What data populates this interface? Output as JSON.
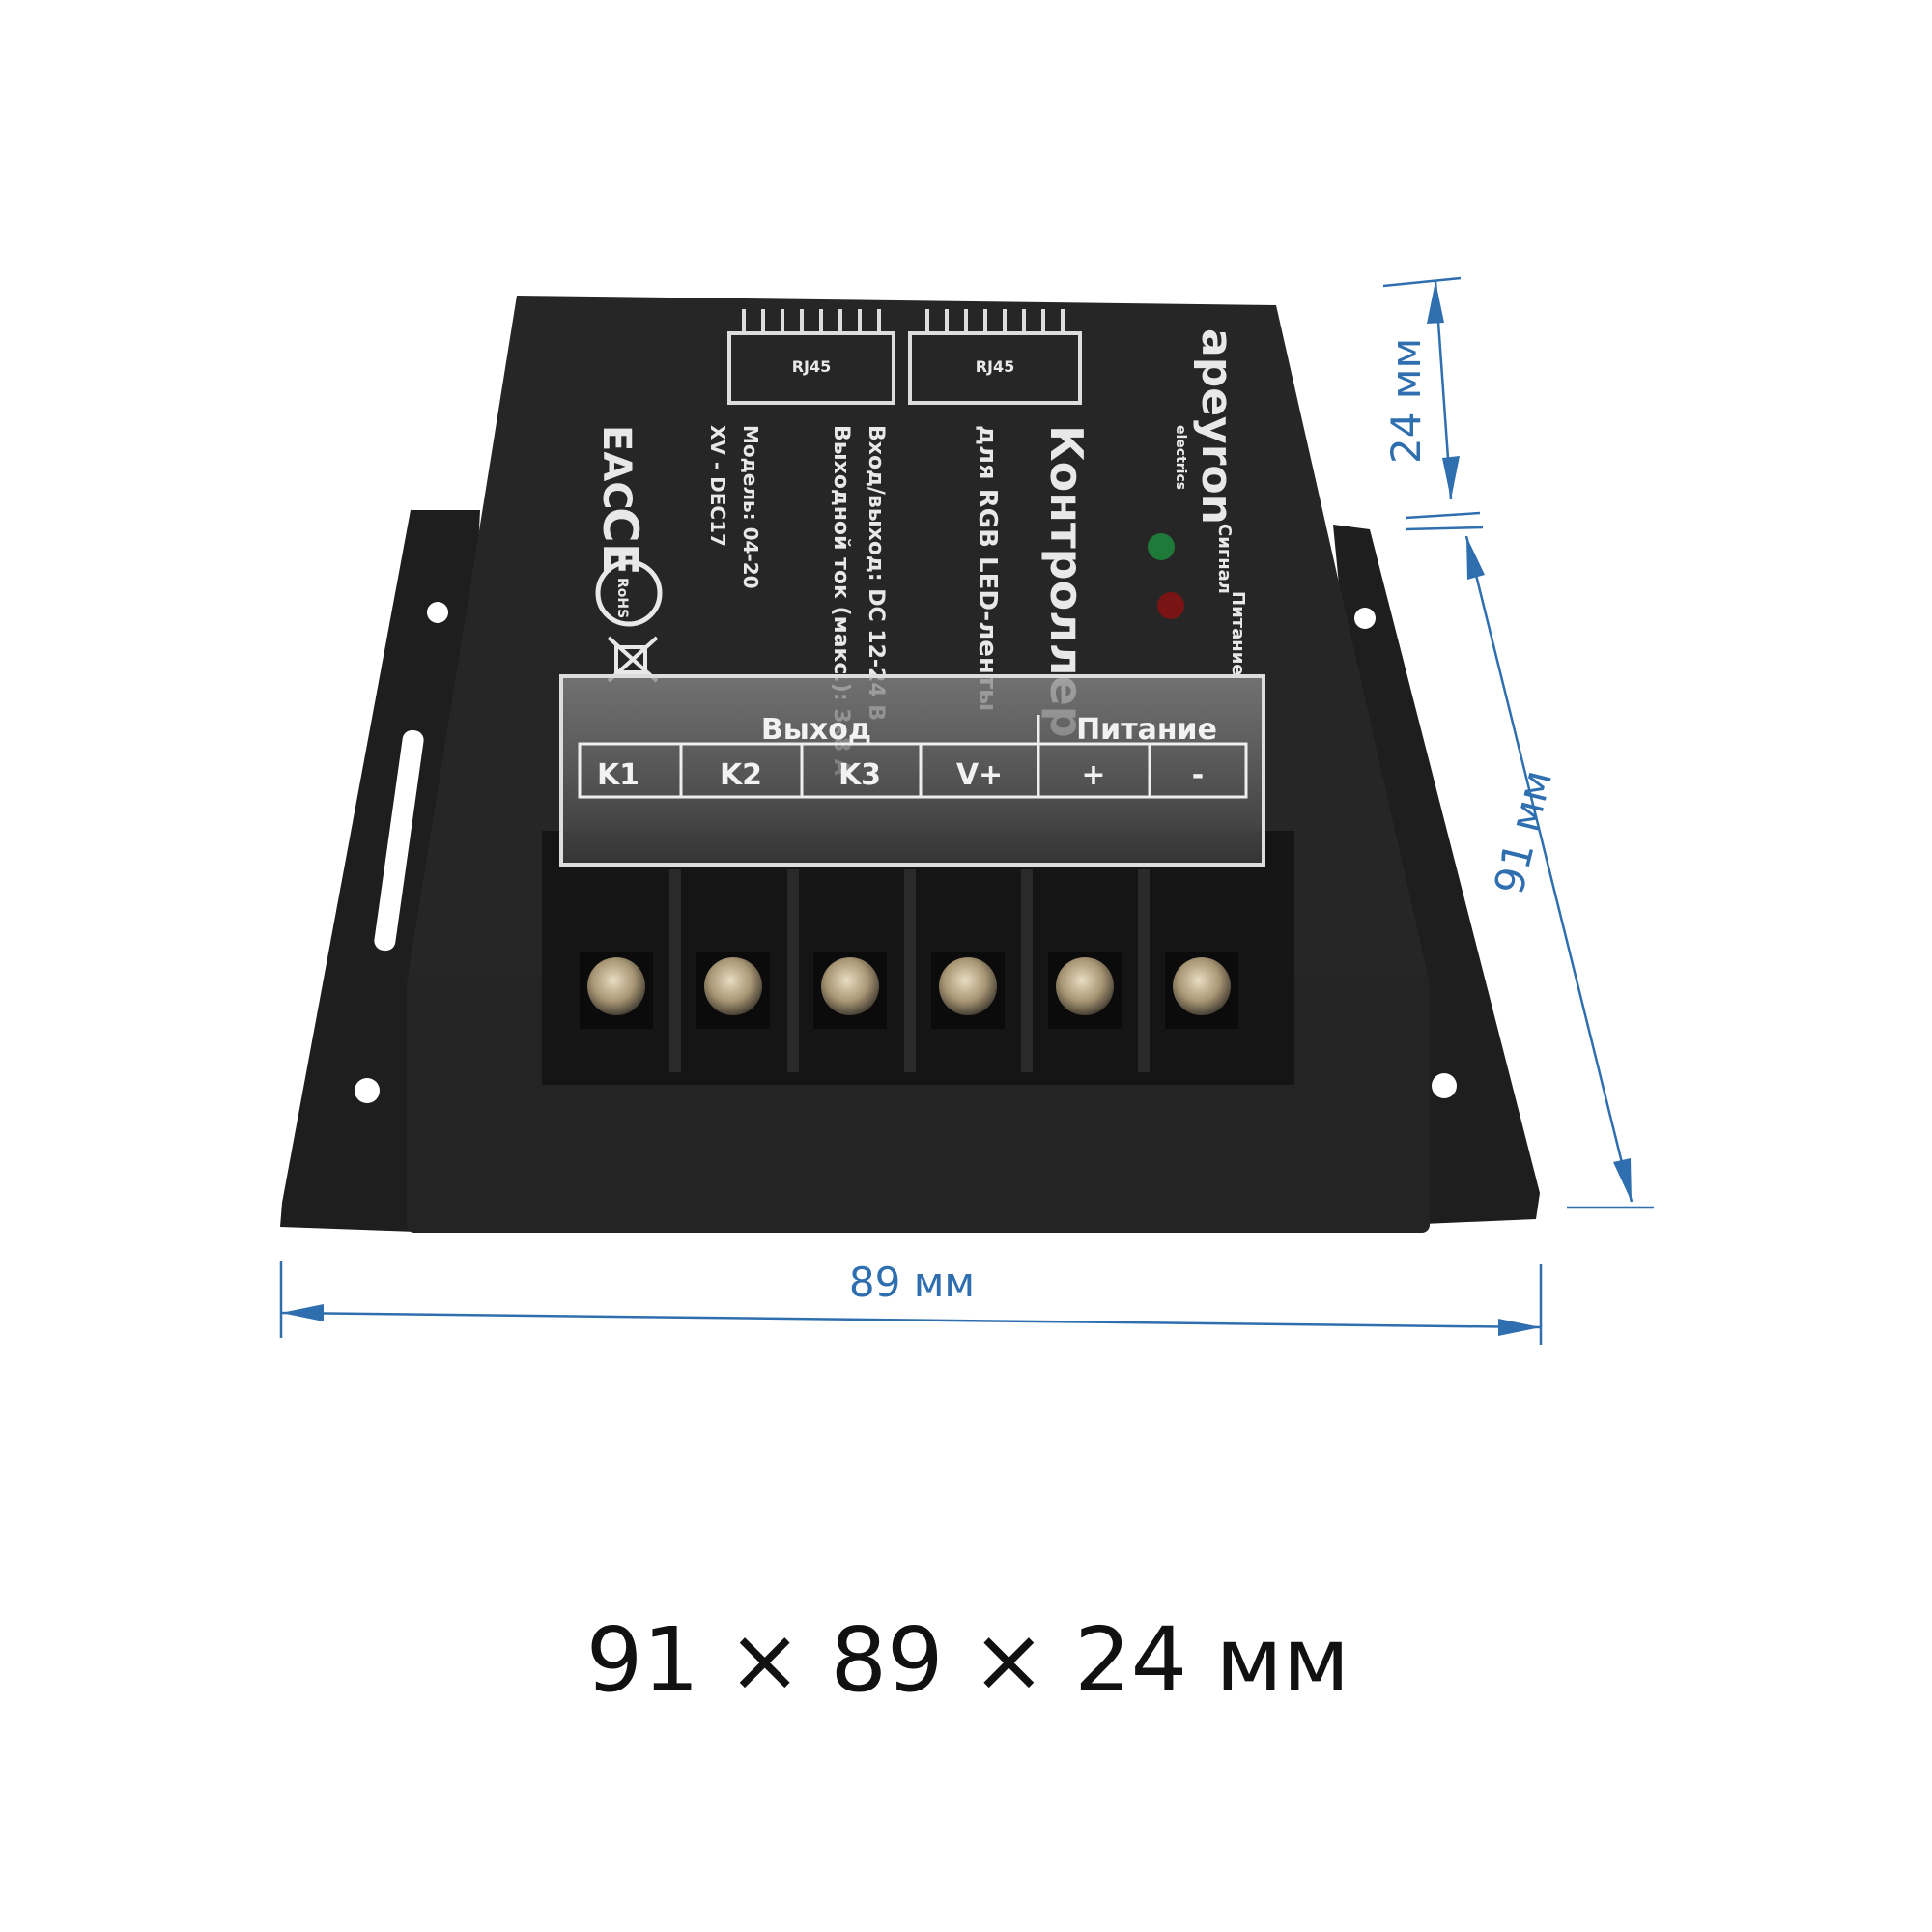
{
  "dimensions": {
    "width_label": "89 мм",
    "depth_label": "91 мм",
    "height_label": "24 мм",
    "summary": "91 × 89 × 24 мм",
    "line_color": "#2f6faf"
  },
  "device": {
    "brand": "apeyron",
    "brand_sub": "electrics",
    "title": "Контроллер",
    "subtitle": "для RGB LED-ленты",
    "spec_io": "Вход/выход: DC 12-24 В",
    "spec_current": "Выходной ток (макс.): 3х8 А",
    "model": "Модель: 04-20",
    "code": "XV - DEC17",
    "indicator_signal": "Сигнал",
    "indicator_power": "Питание",
    "led_signal_color": "#1f7a3a",
    "led_power_color": "#7a1414",
    "certifications": [
      "EAC",
      "CE",
      "RoHS"
    ],
    "ports": [
      {
        "label": "RJ45"
      },
      {
        "label": "RJ45"
      }
    ],
    "terminal_cover": {
      "group_output": "Выход",
      "group_power": "Питание",
      "terminals": [
        "K1",
        "K2",
        "K3",
        "V+",
        "+",
        "-"
      ]
    },
    "body_color": "#262626"
  }
}
